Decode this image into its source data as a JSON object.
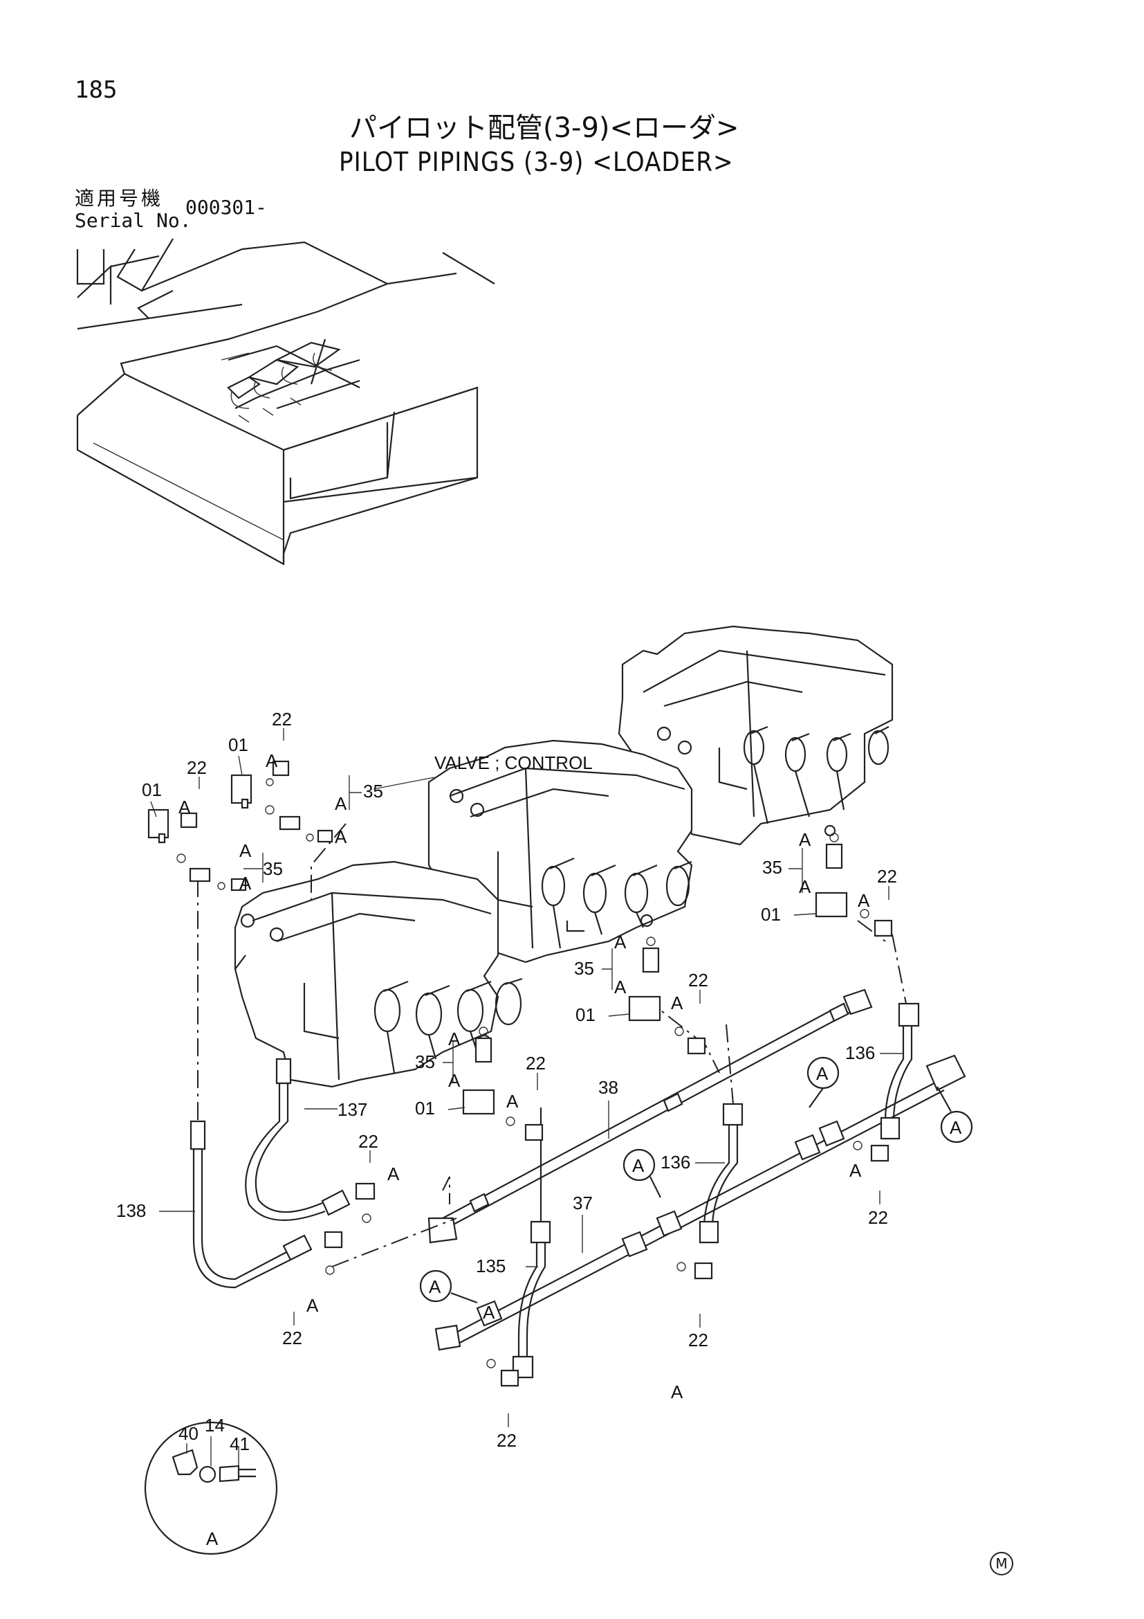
{
  "page": {
    "number": "185"
  },
  "title": {
    "japanese": "パイロット配管(3-9)<ローダ>",
    "english": "PILOT PIPINGS (3-9) <LOADER>"
  },
  "serial": {
    "label_japanese": "適用号機",
    "label_english": "Serial No.",
    "value": "000301-"
  },
  "callouts": {
    "valve_control": "VALVE ; CONTROL",
    "part_01": "01",
    "part_14": "14",
    "part_22": "22",
    "part_35": "35",
    "part_37": "37",
    "part_38": "38",
    "part_40": "40",
    "part_41": "41",
    "part_135": "135",
    "part_136": "136",
    "part_137": "137",
    "part_138": "138",
    "ref_a": "A"
  },
  "footer": {
    "mark": "M"
  }
}
